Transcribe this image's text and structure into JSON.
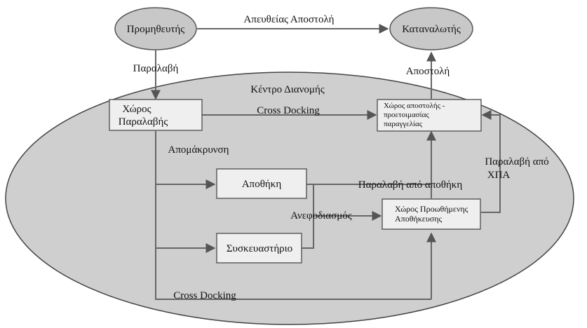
{
  "nodes": {
    "supplier": "Προμηθευτής",
    "consumers": "Καταναλωτής",
    "distribution_center": "Κέντρο Διανομής",
    "receiving_area": [
      "Χώρος",
      "Παραλαβής"
    ],
    "shipping_area": [
      "Χώρος αποστολής -",
      "προετοιμασίας",
      "παραγγελίας"
    ],
    "warehouse": "Αποθήκη",
    "packaging": "Συσκευαστήριο",
    "forward_storage": [
      "Χώρος Προωθήμενης",
      "Αποθήκευσης"
    ]
  },
  "edges": {
    "direct_shipping": "Απευθείας Αποστολή",
    "receipt": "Παραλαβή",
    "dispatch": "Αποστολή",
    "cross_docking_top": "Cross Docking",
    "removal": "Απομάκρυνση",
    "pickup_from_warehouse": "Παραλαβή από αποθήκη",
    "replenishment": "Ανεφοδιασμός",
    "pickup_from_fsa": [
      "Παραλαβή από",
      "ΧΠΑ"
    ],
    "cross_docking_bottom": "Cross Docking"
  }
}
